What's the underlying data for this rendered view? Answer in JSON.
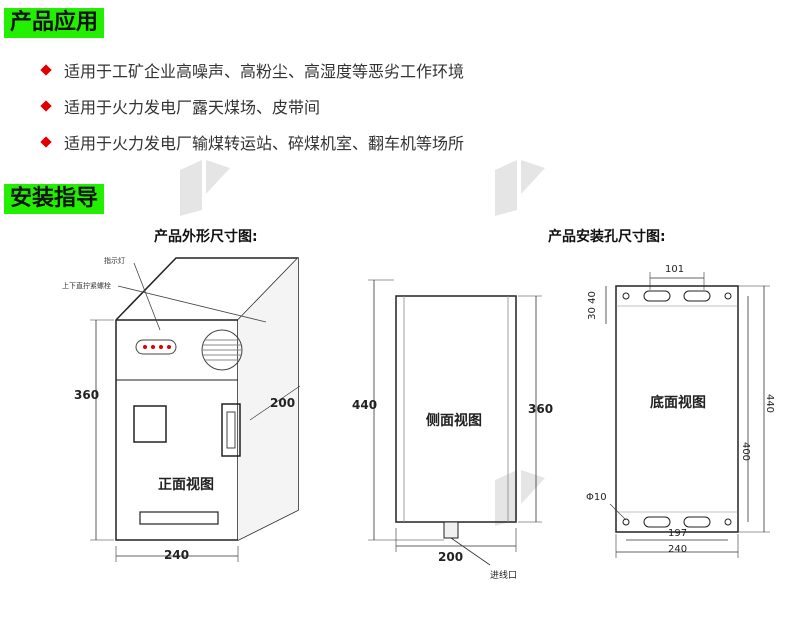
{
  "sections": {
    "application": {
      "title": "产品应用",
      "items": [
        "适用于工矿企业高噪声、高粉尘、高湿度等恶劣工作环境",
        "适用于火力发电厂露天煤场、皮带间",
        "适用于火力发电厂输煤转运站、碎煤机室、翻车机等场所"
      ]
    },
    "install": {
      "title": "安装指导"
    }
  },
  "captions": {
    "outline": "产品外形尺寸图:",
    "holes": "产品安装孔尺寸图:"
  },
  "front_view": {
    "label": "正面视图",
    "indicator_label": "指示灯",
    "screw_label": "上下直拧紧螺栓",
    "dim_height": "360",
    "dim_depth": "200",
    "dim_width": "240"
  },
  "side_view": {
    "label": "侧面视图",
    "dim_total_height": "440",
    "dim_body_height": "360",
    "dim_depth": "200",
    "inlet_label": "进线口"
  },
  "bottom_view": {
    "label": "底面视图",
    "dim_slot_width": "101",
    "dim_top_40": "40",
    "dim_top_30": "30",
    "dim_hole_dia": "Φ10",
    "dim_hole_spacing": "197",
    "dim_width": "240",
    "dim_hole_vertical": "400",
    "dim_total_height": "440"
  },
  "colors": {
    "header_bg": "#22f000",
    "bullet": "#e00000",
    "indicator": "#e00000"
  }
}
